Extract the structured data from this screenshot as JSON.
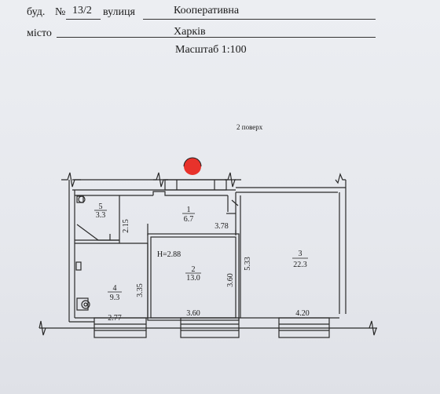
{
  "header": {
    "building_label": "буд.",
    "number_sign": "№",
    "number_value": "13/2",
    "street_label": "вулиця",
    "street_value": "Кооперативна",
    "city_label": "місто",
    "city_value": "Харків",
    "scale": "Масштаб 1:100"
  },
  "plan": {
    "floor_label": "2 поверх",
    "rooms": [
      {
        "number": "1",
        "area": "6.7"
      },
      {
        "number": "2",
        "area": "13.0"
      },
      {
        "number": "3",
        "area": "22.3"
      },
      {
        "number": "4",
        "area": "9.3"
      },
      {
        "number": "5",
        "area": "3.3"
      }
    ],
    "dimensions": {
      "room1_width": "3.78",
      "room5_height": "2.15",
      "room2_width": "3.60",
      "room2_height": "3.60",
      "room3_height": "5.33",
      "room3_width": "4.20",
      "room4_height": "3.35",
      "room4_width": "2.77"
    },
    "ceiling_height": "H=2.88",
    "marker_color": "#e8322b"
  }
}
